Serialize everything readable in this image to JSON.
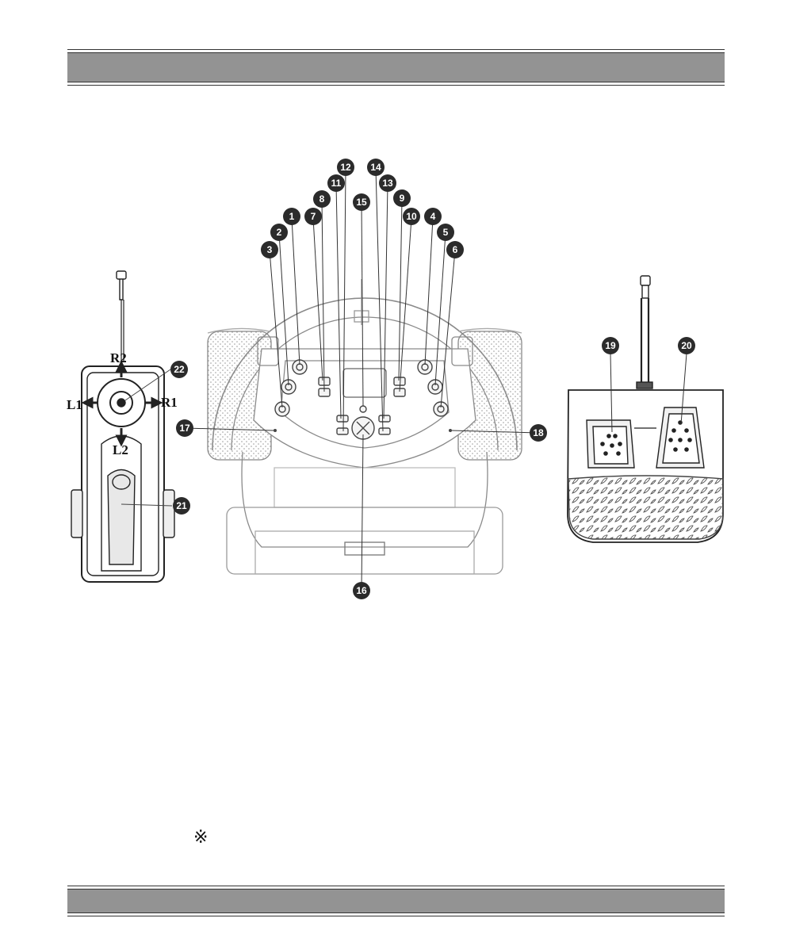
{
  "header_band": "",
  "footer_band": "",
  "note_symbol": "※",
  "gearshift": {
    "labels": {
      "up": "R2",
      "down": "L2",
      "left": "L1",
      "right": "R1"
    },
    "callouts": [
      "22",
      "21"
    ]
  },
  "wheel": {
    "callouts": [
      "1",
      "2",
      "3",
      "4",
      "5",
      "6",
      "7",
      "8",
      "9",
      "10",
      "11",
      "12",
      "13",
      "14",
      "15",
      "16",
      "17",
      "18"
    ]
  },
  "pedals": {
    "callouts": [
      "19",
      "20"
    ]
  },
  "colors": {
    "band": "#939393",
    "callout": "#2b2b2b",
    "line": "#444444"
  }
}
